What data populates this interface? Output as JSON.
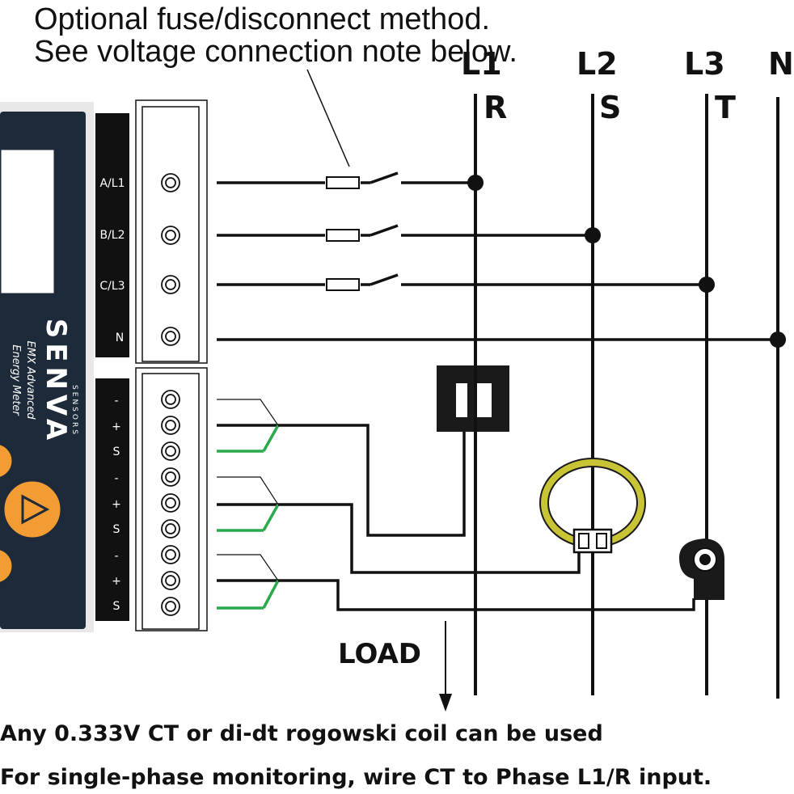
{
  "note": {
    "line1": "Optional fuse/disconnect method.",
    "line2": "See voltage connection note below."
  },
  "phases": [
    {
      "label": "L1",
      "alt": "R"
    },
    {
      "label": "L2",
      "alt": "S"
    },
    {
      "label": "L3",
      "alt": "T"
    },
    {
      "label": "N",
      "alt": ""
    }
  ],
  "meter": {
    "brand": "SENVA",
    "brand_sub": "SENSORS",
    "model": "EMX Advanced",
    "subtitle": "Energy Meter",
    "voltage_terminals": [
      "A/L1",
      "B/L2",
      "C/L3",
      "N"
    ],
    "ct_terminals": [
      "-",
      "+",
      "S",
      "-",
      "+",
      "S",
      "-",
      "+",
      "S"
    ]
  },
  "load_label": "LOAD",
  "footer": {
    "line1": "Any 0.333V CT or di-dt rogowski coil can be used",
    "line2": "For single-phase monitoring, wire CT to Phase L1/R input."
  },
  "colors": {
    "meter_body": "#1d2a3a",
    "button": "#f39c34",
    "rogowski": "#c8c435",
    "ct_sense_wire": "#2aaa4a",
    "wire": "#111111"
  }
}
